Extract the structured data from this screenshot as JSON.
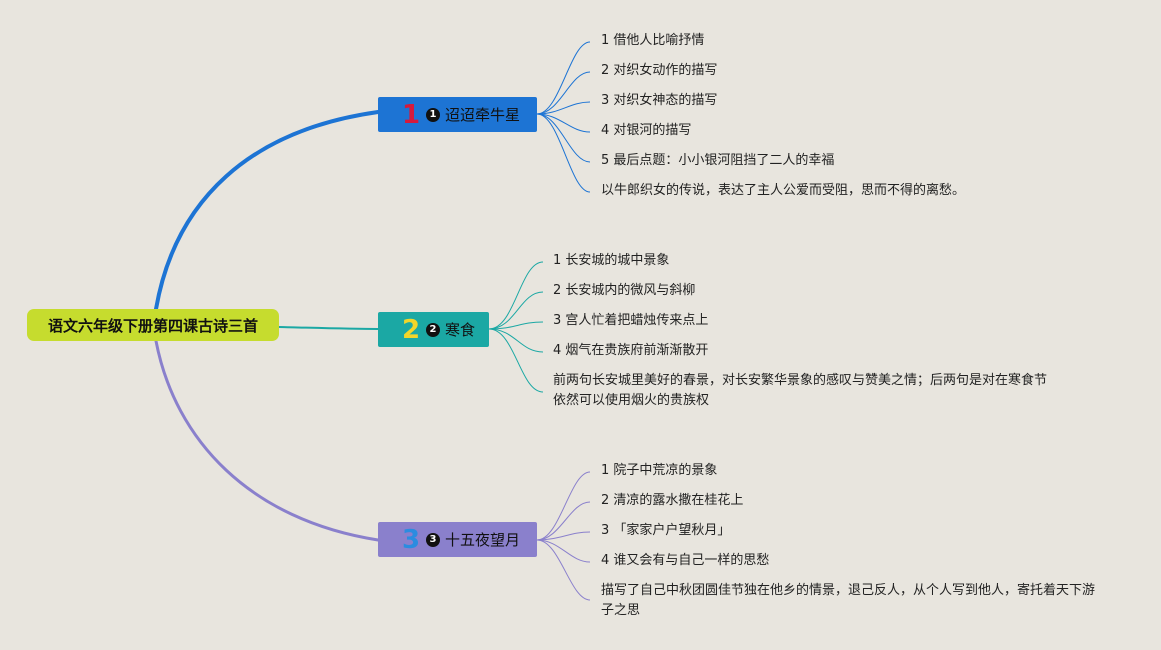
{
  "root": {
    "label": "语文六年级下册第四课古诗三首"
  },
  "colors": {
    "background": "#e8e5de",
    "root": "#c6dc2e",
    "branch_1": "#1d74d4",
    "branch_2": "#1ba8a4",
    "branch_3": "#8a80cc"
  },
  "topics": [
    {
      "number": "1",
      "marker": "1",
      "title": "迢迢牵牛星",
      "items": [
        "1 借他人比喻抒情",
        "2 对织女动作的描写",
        "3 对织女神态的描写",
        "4 对银河的描写",
        "5 最后点题：小小银河阻挡了二人的幸福",
        "以牛郎织女的传说，表达了主人公爱而受阻，思而不得的离愁。"
      ]
    },
    {
      "number": "2",
      "marker": "2",
      "title": "寒食",
      "items": [
        "1 长安城的城中景象",
        "2 长安城内的微风与斜柳",
        "3 宫人忙着把蜡烛传来点上",
        "4 烟气在贵族府前渐渐散开",
        "前两句长安城里美好的春景，对长安繁华景象的感叹与赞美之情；后两句是对在寒食节依然可以使用烟火的贵族权"
      ]
    },
    {
      "number": "3",
      "marker": "3",
      "title": "十五夜望月",
      "items": [
        "1 院子中荒凉的景象",
        "2 清凉的露水撒在桂花上",
        "3 「家家户户望秋月」",
        "4 谁又会有与自己一样的思愁",
        "描写了自己中秋团圆佳节独在他乡的情景，退己反人，从个人写到他人，寄托着天下游子之思"
      ]
    }
  ]
}
